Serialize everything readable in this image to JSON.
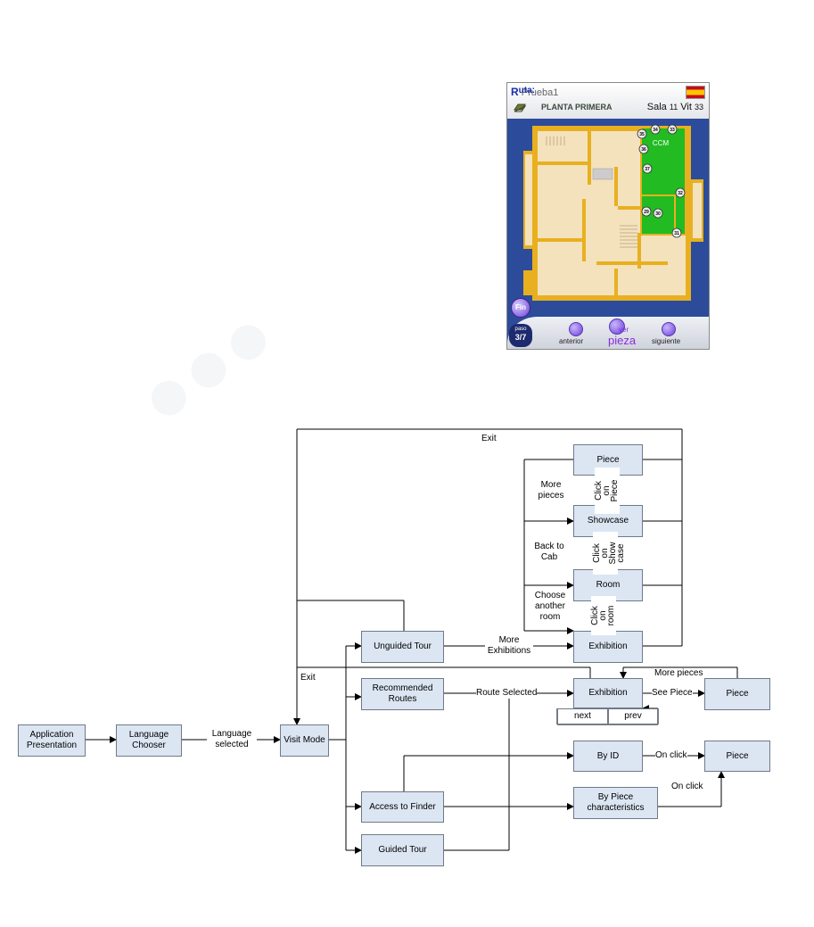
{
  "device": {
    "ruta_label": "uta:",
    "ruta_value": "Prueba1",
    "floor_name": "PLANTA PRIMERA",
    "sala_label": "Sala",
    "sala_value": "11",
    "vit_label": "Vit",
    "vit_value": "33",
    "room_label": "CCM",
    "markers": [
      "35",
      "34",
      "33",
      "36",
      "37",
      "32",
      "29",
      "30",
      "31"
    ],
    "fin_label": "Fin",
    "paso_label": "paso",
    "paso_value": "3/7",
    "anterior_label": "anterior",
    "ver_label": "ver",
    "pieza_label": "pieza",
    "siguiente_label": "siguiente",
    "colors": {
      "frame": "#2c4b9a",
      "room_highlight": "#22bb22",
      "walls": "#e8b020",
      "floor": "#f4e2bc"
    }
  },
  "flowchart": {
    "boxes": {
      "app_presentation": "Application Presentation",
      "language_chooser": "Language Chooser",
      "visit_mode": "Visit Mode",
      "unguided_tour": "Unguided Tour",
      "recommended_routes": "Recommended Routes",
      "access_finder": "Access to Finder",
      "guided_tour": "Guided Tour",
      "piece_top": "Piece",
      "showcase": "Showcase",
      "room": "Room",
      "exhibition_top": "Exhibition",
      "exhibition_mid": "Exhibition",
      "piece_mid": "Piece",
      "by_id": "By ID",
      "by_piece_char": "By Piece characteristics",
      "piece_bottom": "Piece",
      "next": "next",
      "prev": "prev"
    },
    "edge_labels": {
      "exit_top": "Exit",
      "exit_left": "Exit",
      "language_selected": "Language selected",
      "more_exhibitions": "More Exhibitions",
      "route_selected": "Route Selected",
      "see_piece": "See Piece",
      "more_pieces_right": "More pieces",
      "on_click_id": "On click",
      "on_click_char": "On click",
      "more_pieces_left": "More pieces",
      "back_to_cab": "Back to Cab",
      "choose_another_room": "Choose another room",
      "click_on_piece": "Click on Piece",
      "click_on_show_case": "Click on Show case",
      "click_on_room": "Click on room"
    }
  }
}
